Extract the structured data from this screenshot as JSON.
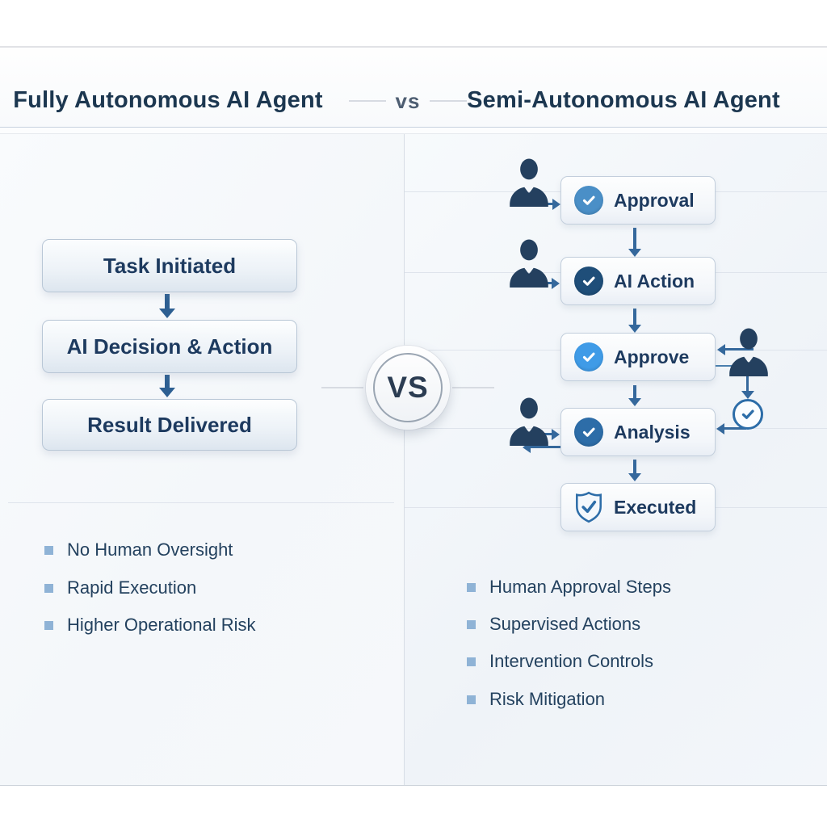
{
  "header": {
    "left_title": "Fully Autonomous AI Agent",
    "vs_separator": "vs",
    "right_title": "Semi-Autonomous AI Agent"
  },
  "vs_badge": "VS",
  "left_panel": {
    "flow_steps": [
      "Task Initiated",
      "AI Decision & Action",
      "Result Delivered"
    ],
    "bullets": [
      "No Human Oversight",
      "Rapid Execution",
      "Higher Operational Risk"
    ]
  },
  "right_panel": {
    "flow_steps": [
      {
        "label": "Approval",
        "icon": "check-circle-icon",
        "icon_color": "#4a8fc7"
      },
      {
        "label": "AI Action",
        "icon": "check-circle-icon",
        "icon_color": "#1f4e79"
      },
      {
        "label": "Approve",
        "icon": "check-circle-icon",
        "icon_color": "#3f9be7"
      },
      {
        "label": "Analysis",
        "icon": "check-circle-icon",
        "icon_color": "#2d6da8"
      },
      {
        "label": "Executed",
        "icon": "shield-check-icon",
        "icon_color": "#2d6da8"
      }
    ],
    "bullets": [
      "Human Approval Steps",
      "Supervised Actions",
      "Intervention Controls",
      "Risk Mitigation"
    ]
  },
  "colors": {
    "title_text": "#1c3750",
    "box_text": "#1d3a5f",
    "bullet_text": "#24425f",
    "person_silhouette": "#24405f",
    "arrow": "#35689c",
    "outline_icon": "#2d6da8",
    "bullet_marker": "#8fb3d6"
  }
}
